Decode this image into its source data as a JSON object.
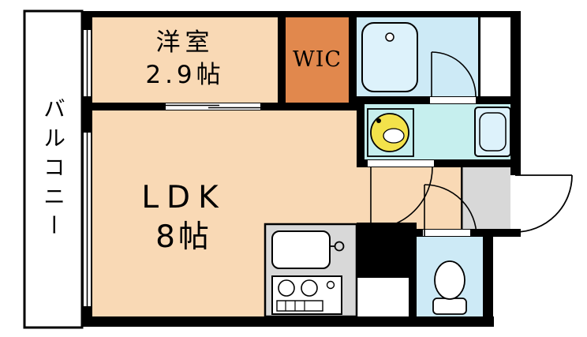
{
  "rooms": {
    "balcony": {
      "label": "バルコニー"
    },
    "western_room": {
      "label": "洋室",
      "size": "2.9帖"
    },
    "wic": {
      "label": "WIC"
    },
    "ldk": {
      "label": "LDK",
      "size": "8帖"
    }
  },
  "colors": {
    "room_peach": "#f9d9b5",
    "wic_orange": "#e1884d",
    "bath_blue": "#cdeaf6",
    "wash_cyan": "#c6efee",
    "fixture_gray": "#d8d8d8",
    "basin_yellow": "#f3e24b",
    "machine_blue": "#ddf2fb",
    "wall": "#000000"
  }
}
